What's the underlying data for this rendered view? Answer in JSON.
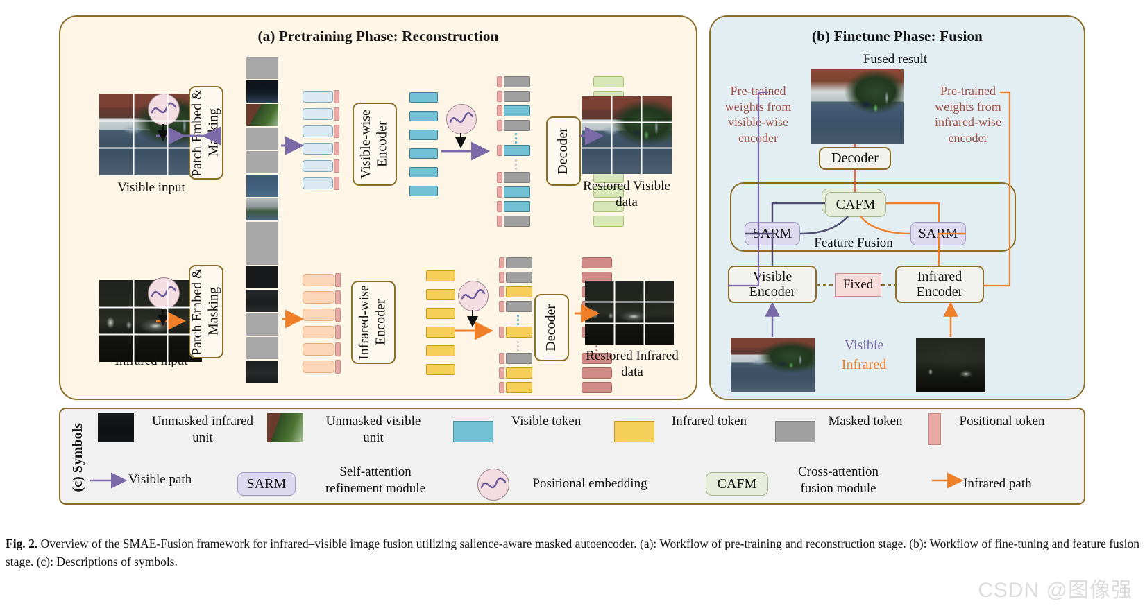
{
  "figure": {
    "caption_label": "Fig. 2.",
    "caption_text": "Overview of the SMAE-Fusion framework for infrared–visible image fusion utilizing salience-aware masked autoencoder. (a): Workflow of pre-training and reconstruction stage. (b): Workflow of fine-tuning and feature fusion stage. (c): Descriptions of symbols.",
    "watermark": "CSDN @图像强"
  },
  "panel_a": {
    "title": "(a) Pretraining Phase: Reconstruction",
    "visible_row": {
      "input_label": "Visible input",
      "patch_embed_label": "Patch Embed & Masking",
      "encoder_label": "Visible-wise Encoder",
      "decoder_label": "Decoder",
      "output_label": "Restored Visible data",
      "patch_sequence": [
        "masked",
        "visible",
        "visible",
        "masked",
        "masked",
        "visible",
        "visible",
        "masked"
      ],
      "embedded_tokens": 6,
      "encoded_tokens": 6,
      "mixed_sequence": [
        "masked",
        "masked",
        "visible",
        "masked",
        "dots",
        "visible",
        "dots",
        "masked",
        "visible",
        "visible",
        "masked"
      ],
      "decoded_tokens": 11
    },
    "infrared_row": {
      "input_label": "Infrared input",
      "patch_embed_label": "Patch Embed & Masking",
      "encoder_label": "Infrared-wise Encoder",
      "decoder_label": "Decoder",
      "output_label": "Restored Infrared data",
      "patch_sequence": [
        "masked",
        "infrared",
        "infrared",
        "masked",
        "masked",
        "infrared",
        "infrared",
        "masked"
      ],
      "embedded_tokens": 6,
      "encoded_tokens": 6,
      "mixed_sequence": [
        "masked",
        "masked",
        "infrared",
        "masked",
        "dots",
        "infrared",
        "dots",
        "masked",
        "infrared",
        "infrared",
        "masked"
      ],
      "decoded_tokens": 11
    }
  },
  "panel_b": {
    "title": "(b) Finetune Phase: Fusion",
    "fused_result_label": "Fused result",
    "pretrained_left": "Pre-trained weights from visible-wise encoder",
    "pretrained_right": "Pre-trained weights from infrared-wise encoder",
    "decoder_label": "Decoder",
    "cafm_label": "CAFM",
    "sarm_left_label": "SARM",
    "sarm_right_label": "SARM",
    "feature_fusion_label": "Feature Fusion",
    "visible_encoder_label": "Visible Encoder",
    "infrared_encoder_label": "Infrared Encoder",
    "fixed_label": "Fixed",
    "legend_visible": "Visible",
    "legend_infrared": "Infrared"
  },
  "panel_c": {
    "title": "(c) Symbols",
    "row1": [
      {
        "icon": "unmasked-infrared-unit-swatch",
        "label": "Unmasked infrared unit"
      },
      {
        "icon": "unmasked-visible-unit-swatch",
        "label": "Unmasked visible unit"
      },
      {
        "icon": "visible-token-swatch",
        "label": "Visible token",
        "color": "#72c0d3"
      },
      {
        "icon": "infrared-token-swatch",
        "label": "Infrared token",
        "color": "#f6cf5a"
      },
      {
        "icon": "masked-token-swatch",
        "label": "Masked token",
        "color": "#a0a0a0"
      },
      {
        "icon": "positional-token-swatch",
        "label": "Positional token",
        "color": "#e8a9a4"
      }
    ],
    "row2": [
      {
        "icon": "visible-path-arrow",
        "label": "Visible path",
        "color": "#7b6aa8"
      },
      {
        "icon": "sarm-chip",
        "chip": "SARM",
        "label": "Self-attention refinement module"
      },
      {
        "icon": "positional-embedding-circle",
        "label": "Positional embedding"
      },
      {
        "icon": "cafm-chip",
        "chip": "CAFM",
        "label": "Cross-attention fusion module"
      },
      {
        "icon": "infrared-path-arrow",
        "label": "Infrared path",
        "color": "#ef7f29"
      }
    ]
  },
  "colors": {
    "panel_a_bg": "#fdf6e7",
    "panel_b_bg": "#e3eef2",
    "panel_c_bg": "#f1f1f1",
    "border_gold": "#8a6d26",
    "visible_path": "#7b6aa8",
    "infrared_path": "#ef7f29",
    "pretrained_text": "#a0524a",
    "visible_token": "#72c0d3",
    "infrared_token": "#f6cf5a",
    "masked_token": "#a0a0a0",
    "positional_token": "#e8a9a4",
    "decoder_visible_token": "#d7e6b7",
    "decoder_infrared_token": "#d18b86",
    "sarm_fill": "#ddd9ef",
    "cafm_fill": "#e6eedb",
    "fixed_fill": "#f7dada"
  }
}
